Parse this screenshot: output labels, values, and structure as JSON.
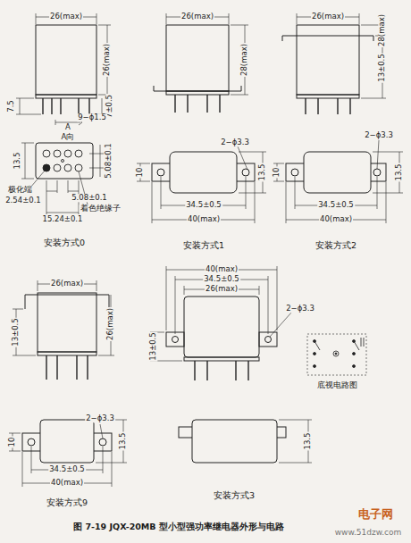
{
  "diagram": {
    "caption": "图 7-19  JQX-20MB 型小型强功率继电器外形与电路",
    "labels": [
      "26(max)",
      "26(max)",
      "7.5",
      "7±0.5",
      "9−ϕ1.5",
      "A",
      "A向",
      "13.5",
      "5.08±0.1",
      "极化端",
      "2.54±0.1",
      "5.08±0.1",
      "着色绝缘子",
      "15.24±0.1",
      "安装方式0",
      "26(max)",
      "28(max)",
      "2−ϕ3.3",
      "10",
      "13.5",
      "34.5±0.5",
      "40(max)",
      "安装方式1",
      "26(max)",
      "28(max)",
      "13±0.5",
      "2−ϕ3.3",
      "10",
      "13.5",
      "34.5±0.5",
      "40(max)",
      "安装方式2",
      "26(max)",
      "26(max)",
      "13±0.5",
      "40(max)",
      "34.5±0.5",
      "26(max)",
      "13±0.5",
      "2−ϕ3.3",
      "底视电路图",
      "2−ϕ3.3",
      "10",
      "13.5",
      "34.5±0.5",
      "40(max)",
      "安装方式9",
      "13.5",
      "安装方式3",
      "电子网",
      "www.51dzw.com"
    ]
  }
}
